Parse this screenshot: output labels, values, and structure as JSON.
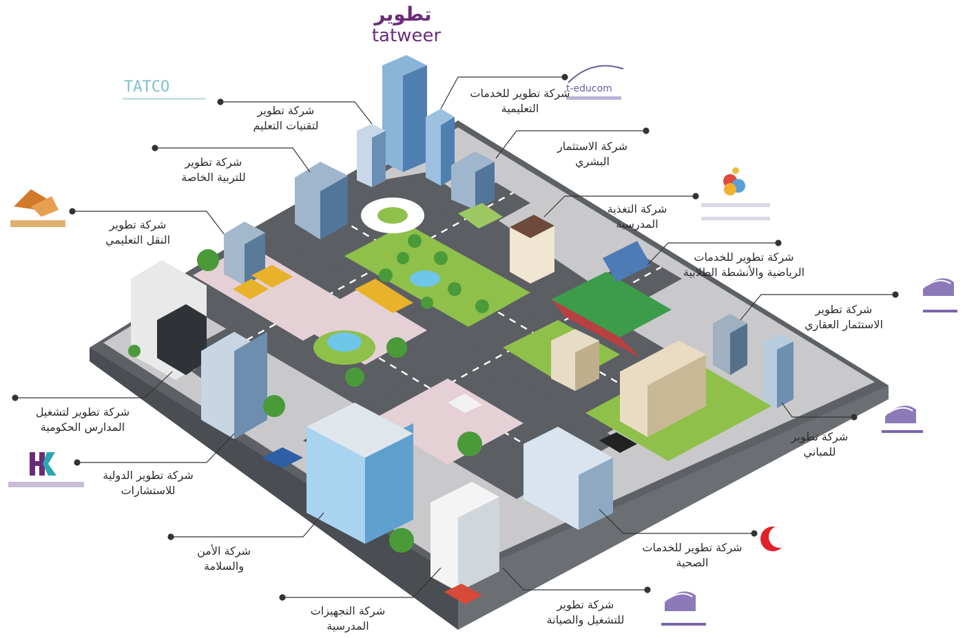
{
  "brand": {
    "logo_arabic": "تطوير",
    "logo_latin": "tatweer",
    "accent_purple": "#6a2c7a",
    "accent_orange": "#e8a33d"
  },
  "logos": {
    "tatco": "TATCO",
    "educom": "t-educom"
  },
  "labels": [
    {
      "id": "tatco",
      "lines": [
        "شركة تطوير",
        "لتقنيات التعليم"
      ]
    },
    {
      "id": "educational-services",
      "lines": [
        "شركة تطوير للخدمات",
        "التعليمية"
      ]
    },
    {
      "id": "human-investment",
      "lines": [
        "شركة الاستثمار",
        "البشري"
      ]
    },
    {
      "id": "special-education",
      "lines": [
        "شركة تطوير",
        "للتربية الخاصة"
      ]
    },
    {
      "id": "school-nutrition",
      "lines": [
        "شركة التغذية",
        "المدرسية"
      ]
    },
    {
      "id": "educational-transport",
      "lines": [
        "شركة تطوير",
        "النقل التعليمي"
      ]
    },
    {
      "id": "sports-activities",
      "lines": [
        "شركة تطوير للخدمات",
        "الرياضية والأنشطة الطلابية"
      ]
    },
    {
      "id": "real-estate",
      "lines": [
        "شركة تطوير",
        "الاستثمار العقاري"
      ]
    },
    {
      "id": "govt-schools",
      "lines": [
        "شركة تطوير لتشغيل",
        "المدارس الحكومية"
      ]
    },
    {
      "id": "buildings",
      "lines": [
        "شركة تطوير",
        "للمباني"
      ]
    },
    {
      "id": "consulting",
      "lines": [
        "شركة تطوير الدولية",
        "للاستشارات"
      ]
    },
    {
      "id": "security",
      "lines": [
        "شركة الأمن",
        "والسلامة"
      ]
    },
    {
      "id": "health",
      "lines": [
        "شركة تطوير للخدمات",
        "الصحية"
      ]
    },
    {
      "id": "equipment",
      "lines": [
        "شركة التجهيزات",
        "المدرسية"
      ]
    },
    {
      "id": "maintenance",
      "lines": [
        "شركة  تطوير",
        "للتشغيل والصيانة"
      ]
    }
  ]
}
